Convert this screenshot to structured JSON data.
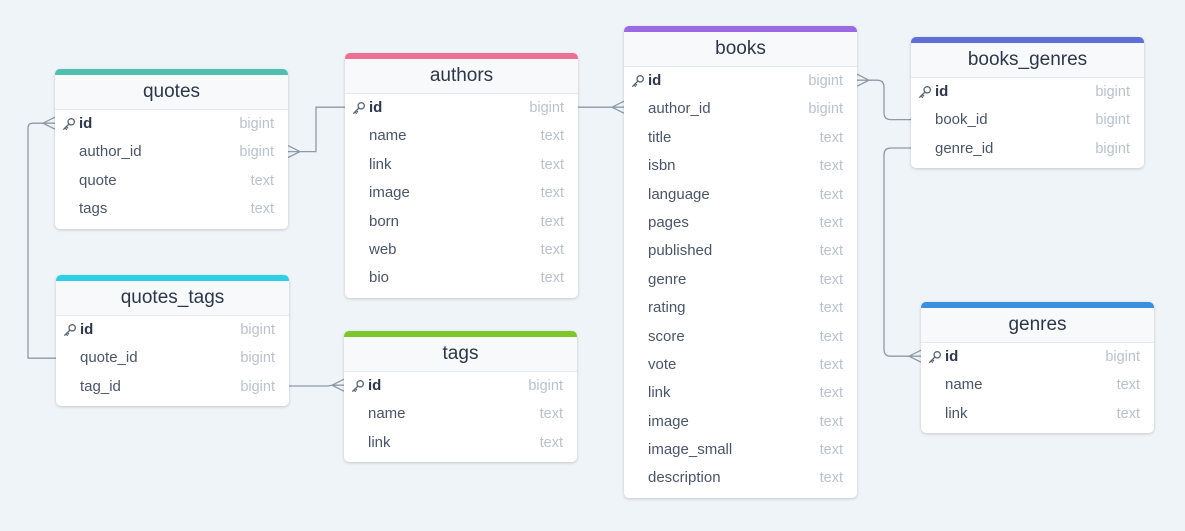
{
  "colors": {
    "background": "#eff4f8",
    "quotes": "#4fbfb0",
    "authors": "#ec6f94",
    "books": "#9b6ae2",
    "books_genres": "#5f6fd6",
    "quotes_tags": "#2ed0e6",
    "tags": "#7ec62b",
    "genres": "#3a8fe0",
    "connector": "#8d9aa8"
  },
  "icons": {
    "primary_key": "key-icon"
  },
  "tables": {
    "quotes": {
      "name": "quotes",
      "fields": [
        {
          "name": "id",
          "type": "bigint",
          "pk": true
        },
        {
          "name": "author_id",
          "type": "bigint"
        },
        {
          "name": "quote",
          "type": "text"
        },
        {
          "name": "tags",
          "type": "text"
        }
      ]
    },
    "authors": {
      "name": "authors",
      "fields": [
        {
          "name": "id",
          "type": "bigint",
          "pk": true
        },
        {
          "name": "name",
          "type": "text"
        },
        {
          "name": "link",
          "type": "text"
        },
        {
          "name": "image",
          "type": "text"
        },
        {
          "name": "born",
          "type": "text"
        },
        {
          "name": "web",
          "type": "text"
        },
        {
          "name": "bio",
          "type": "text"
        }
      ]
    },
    "books": {
      "name": "books",
      "fields": [
        {
          "name": "id",
          "type": "bigint",
          "pk": true
        },
        {
          "name": "author_id",
          "type": "bigint"
        },
        {
          "name": "title",
          "type": "text"
        },
        {
          "name": "isbn",
          "type": "text"
        },
        {
          "name": "language",
          "type": "text"
        },
        {
          "name": "pages",
          "type": "text"
        },
        {
          "name": "published",
          "type": "text"
        },
        {
          "name": "genre",
          "type": "text"
        },
        {
          "name": "rating",
          "type": "text"
        },
        {
          "name": "score",
          "type": "text"
        },
        {
          "name": "vote",
          "type": "text"
        },
        {
          "name": "link",
          "type": "text"
        },
        {
          "name": "image",
          "type": "text"
        },
        {
          "name": "image_small",
          "type": "text"
        },
        {
          "name": "description",
          "type": "text"
        }
      ]
    },
    "books_genres": {
      "name": "books_genres",
      "fields": [
        {
          "name": "id",
          "type": "bigint",
          "pk": true
        },
        {
          "name": "book_id",
          "type": "bigint"
        },
        {
          "name": "genre_id",
          "type": "bigint"
        }
      ]
    },
    "quotes_tags": {
      "name": "quotes_tags",
      "fields": [
        {
          "name": "id",
          "type": "bigint",
          "pk": true
        },
        {
          "name": "quote_id",
          "type": "bigint"
        },
        {
          "name": "tag_id",
          "type": "bigint"
        }
      ]
    },
    "tags": {
      "name": "tags",
      "fields": [
        {
          "name": "id",
          "type": "bigint",
          "pk": true
        },
        {
          "name": "name",
          "type": "text"
        },
        {
          "name": "link",
          "type": "text"
        }
      ]
    },
    "genres": {
      "name": "genres",
      "fields": [
        {
          "name": "id",
          "type": "bigint",
          "pk": true
        },
        {
          "name": "name",
          "type": "text"
        },
        {
          "name": "link",
          "type": "text"
        }
      ]
    }
  },
  "relationships": [
    {
      "from": "quotes.author_id",
      "to": "authors.id"
    },
    {
      "from": "books.author_id",
      "to": "authors.id"
    },
    {
      "from": "books_genres.book_id",
      "to": "books.id"
    },
    {
      "from": "books_genres.genre_id",
      "to": "genres.id"
    },
    {
      "from": "quotes_tags.quote_id",
      "to": "quotes.id"
    },
    {
      "from": "quotes_tags.tag_id",
      "to": "tags.id"
    }
  ]
}
